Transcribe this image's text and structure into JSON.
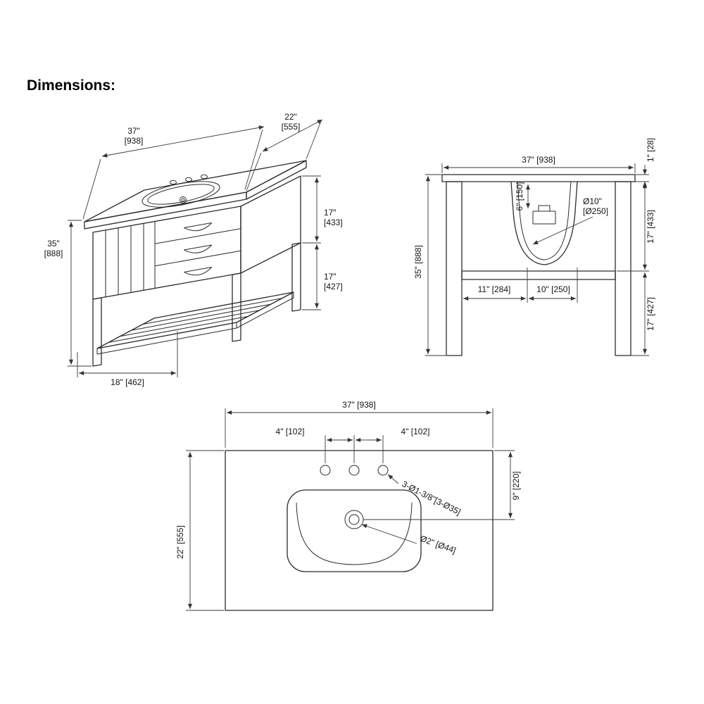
{
  "title": "Dimensions:",
  "iso": {
    "width_in": "37\"",
    "width_mm": "[938]",
    "depth_in": "22\"",
    "depth_mm": "[555]",
    "height_in": "35\"",
    "height_mm": "[888]",
    "upper_in": "17\"",
    "upper_mm": "[433]",
    "lower_in": "17\"",
    "lower_mm": "[427]",
    "base": "18\" [462]"
  },
  "front": {
    "width": "37\" [938]",
    "thickness": "1\" [28]",
    "faucet": "6\" [150]",
    "sink_dia_in": "Ø10\"",
    "sink_dia_mm": "[Ø250]",
    "upper": "17\" [433]",
    "total": "35\" [888]",
    "left_off": "11\" [284]",
    "sink_w": "10\" [250]",
    "lower": "17\" [427]"
  },
  "top": {
    "width": "37\" [938]",
    "pitch_l": "4\" [102]",
    "pitch_r": "4\" [102]",
    "holes": "3-Ø1-3/8\"[3-Ø35]",
    "center_depth": "9\" [220]",
    "depth": "22\" [555]",
    "drain": "Ø2\" [Ø44]"
  }
}
